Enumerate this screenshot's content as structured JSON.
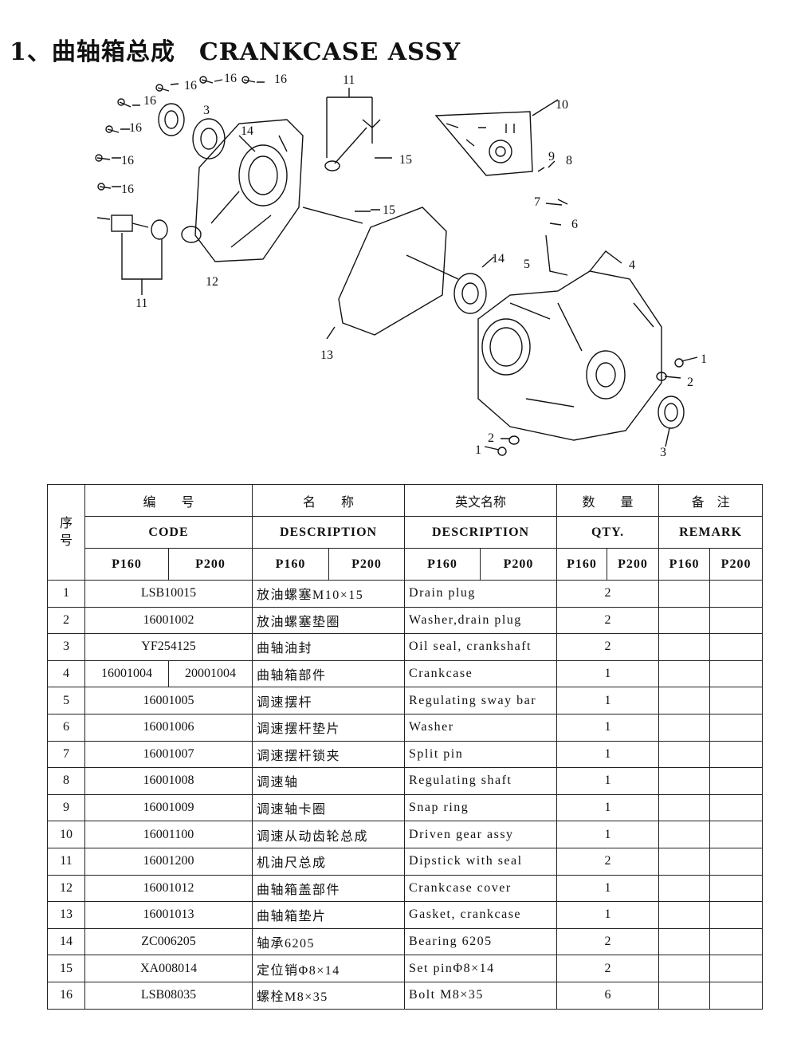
{
  "title": {
    "zh": "1、曲轴箱总成",
    "en": "CRANKCASE ASSY"
  },
  "callouts": [
    "1",
    "2",
    "3",
    "4",
    "5",
    "6",
    "7",
    "8",
    "9",
    "10",
    "11",
    "12",
    "13",
    "14",
    "15",
    "16"
  ],
  "table": {
    "header": {
      "seq": "序\n号",
      "code_zh": "编　　号",
      "name_zh": "名　　称",
      "en_name_zh": "英文名称",
      "qty_zh": "数　　量",
      "remark_zh": "备　注",
      "code": "CODE",
      "desc": "DESCRIPTION",
      "desc_en": "DESCRIPTION",
      "qty": "QTY.",
      "remark": "REMARK",
      "p160": "P160",
      "p200": "P200"
    },
    "rows": [
      {
        "no": "1",
        "code": "LSB10015",
        "desc_zh": "放油螺塞M10×15",
        "desc_en": "Drain plug",
        "qty": "2"
      },
      {
        "no": "2",
        "code": "16001002",
        "desc_zh": "放油螺塞垫圈",
        "desc_en": "Washer,drain plug",
        "qty": "2"
      },
      {
        "no": "3",
        "code": "YF254125",
        "desc_zh": "曲轴油封",
        "desc_en": "Oil seal, crankshaft",
        "qty": "2"
      },
      {
        "no": "4",
        "code_p160": "16001004",
        "code_p200": "20001004",
        "desc_zh": "曲轴箱部件",
        "desc_en": "Crankcase",
        "qty": "1"
      },
      {
        "no": "5",
        "code": "16001005",
        "desc_zh": "调速摆杆",
        "desc_en": "Regulating sway bar",
        "qty": "1"
      },
      {
        "no": "6",
        "code": "16001006",
        "desc_zh": "调速摆杆垫片",
        "desc_en": "Washer",
        "qty": "1"
      },
      {
        "no": "7",
        "code": "16001007",
        "desc_zh": "调速摆杆锁夹",
        "desc_en": "Split pin",
        "qty": "1"
      },
      {
        "no": "8",
        "code": "16001008",
        "desc_zh": "调速轴",
        "desc_en": "Regulating shaft",
        "qty": "1"
      },
      {
        "no": "9",
        "code": "16001009",
        "desc_zh": "调速轴卡圈",
        "desc_en": "Snap ring",
        "qty": "1"
      },
      {
        "no": "10",
        "code": "16001100",
        "desc_zh": "调速从动齿轮总成",
        "desc_en": "Driven gear assy",
        "qty": "1"
      },
      {
        "no": "11",
        "code": "16001200",
        "desc_zh": "机油尺总成",
        "desc_en": "Dipstick with seal",
        "qty": "2"
      },
      {
        "no": "12",
        "code": "16001012",
        "desc_zh": "曲轴箱盖部件",
        "desc_en": "Crankcase cover",
        "qty": "1"
      },
      {
        "no": "13",
        "code": "16001013",
        "desc_zh": "曲轴箱垫片",
        "desc_en": "Gasket, crankcase",
        "qty": "1"
      },
      {
        "no": "14",
        "code": "ZC006205",
        "desc_zh": "轴承6205",
        "desc_en": "Bearing 6205",
        "qty": "2"
      },
      {
        "no": "15",
        "code": "XA008014",
        "desc_zh": "定位销Φ8×14",
        "desc_en": "Set pinΦ8×14",
        "qty": "2"
      },
      {
        "no": "16",
        "code": "LSB08035",
        "desc_zh": "螺栓M8×35",
        "desc_en": "Bolt M8×35",
        "qty": "6"
      }
    ]
  }
}
